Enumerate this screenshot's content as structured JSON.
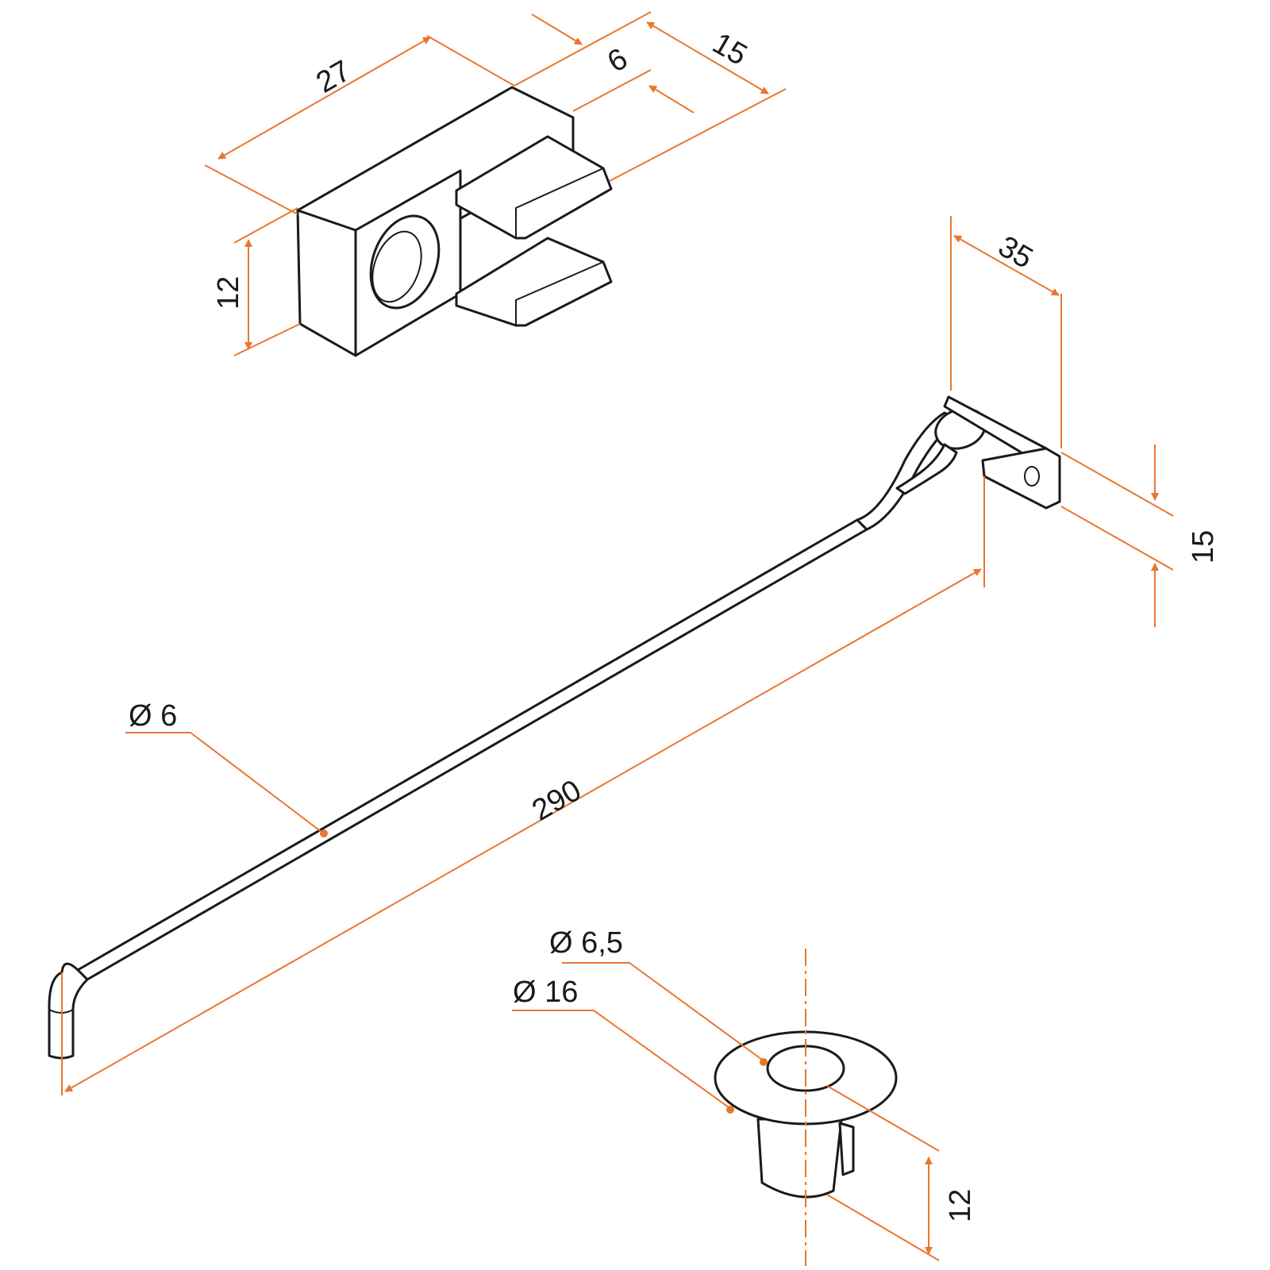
{
  "colors": {
    "dimension": "#e8772e",
    "outline": "#1a1a1a",
    "background": "#ffffff"
  },
  "keeper": {
    "dims": {
      "length": "27",
      "slot": "6",
      "depth": "15",
      "height": "12"
    }
  },
  "hook_rod": {
    "dims": {
      "diameter": "Ø 6",
      "length": "290",
      "reach": "35",
      "plate": "15"
    }
  },
  "bushing": {
    "dims": {
      "inner_diameter": "Ø 6,5",
      "outer_diameter": "Ø 16",
      "height": "12"
    }
  }
}
